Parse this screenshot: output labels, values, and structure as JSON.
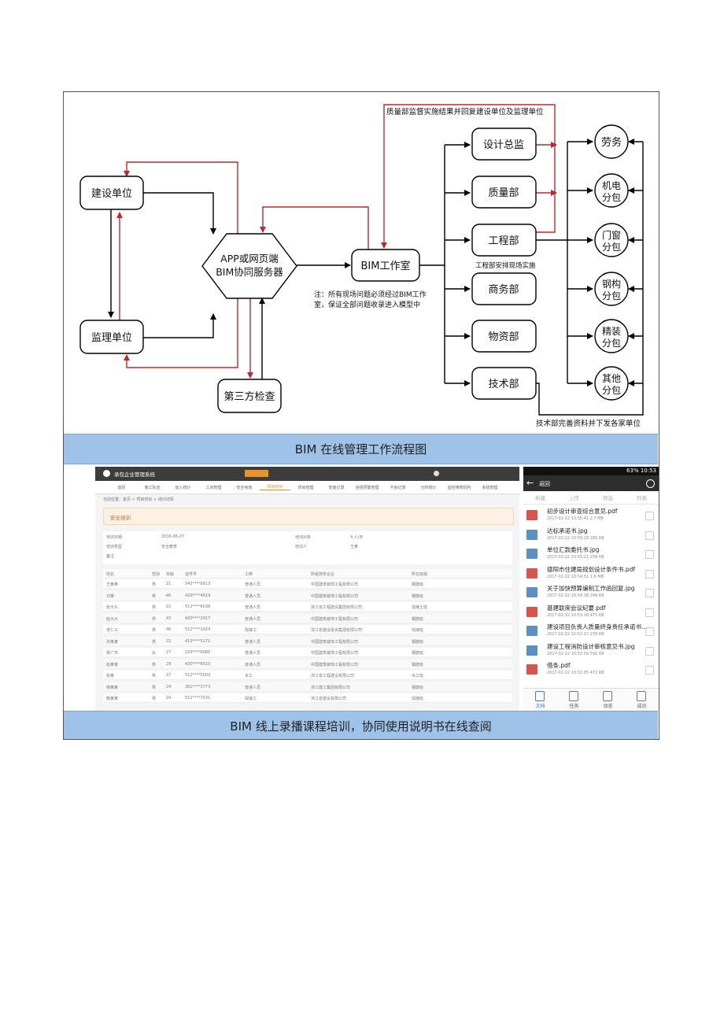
{
  "diagram": {
    "nodes": {
      "jianshe": "建设单位",
      "jianli": "监理单位",
      "server_l1": "APP或网页端",
      "server_l2": "BIM协同服务器",
      "disanfang": "第三方检查",
      "bim": "BIM工作室",
      "sheji": "设计总监",
      "zhiliang": "质量部",
      "gongcheng": "工程部",
      "shangwu": "商务部",
      "wuzi": "物资部",
      "jishu": "技术部",
      "laowu": "劳务",
      "jidian_l1": "机电",
      "jidian_l2": "分包",
      "menchuang_l1": "门窗",
      "menchuang_l2": "分包",
      "gangou_l1": "钢构",
      "gangou_l2": "分包",
      "jingzhuang_l1": "精装",
      "jingzhuang_l2": "分包",
      "qita_l1": "其他",
      "qita_l2": "分包"
    },
    "annotations": {
      "top_note": "质量部监督实施结果并回复建设单位及监理单位",
      "gongcheng_note": "工程部安排现场实施",
      "note_l1": "注：所有现场问题必须经过BIM工作",
      "note_l2": "室，保证全部问题收录进入模型中",
      "jishu_note": "技术部完善资料并下发各家单位"
    },
    "colors": {
      "black": "#000000",
      "red": "#c0282d"
    }
  },
  "captions": {
    "flow": "BIM 在线管理工作流程图",
    "training": "BIM 线上录播课程培训，协同使用说明书在线查阅"
  },
  "pc_screen": {
    "app_title": "承包企业管理系统",
    "nav": [
      "首页",
      "施工队伍",
      "加入统计",
      "工资管理",
      "安全考核",
      "项目培训",
      "项目管理",
      "安装记录",
      "违规预警管理",
      "不良记录",
      "分析统计",
      "监控维修机构",
      "系统管理"
    ],
    "breadcrumb": "当前位置：首页 > 项目培训 > 培训详情",
    "section": "安全培训",
    "form_labels": [
      "培训日期",
      "培训类型",
      "备注",
      "培训对象",
      "培训人"
    ],
    "form_values": [
      "2016-06-27",
      "安全教育",
      "",
      "4 人/天",
      "王某"
    ],
    "table_headers": [
      "姓名",
      "性别",
      "年龄",
      "证件号",
      "工种",
      "所属劳务企业",
      "所在班组"
    ],
    "rows": [
      [
        "王某某",
        "男",
        "21",
        "342****6813",
        "普通人员",
        "中国建筑装饰工程有限公司",
        "钢筋班"
      ],
      [
        "刘某",
        "男",
        "46",
        "420****4619",
        "普通人员",
        "中国建筑装饰工程有限公司",
        "钢筋班"
      ],
      [
        "张大头",
        "男",
        "22",
        "512****6038",
        "普通人员",
        "浙江省工程建设集团有限公司",
        "混凝土班"
      ],
      [
        "赵大大",
        "男",
        "43",
        "420****2917",
        "普通人员",
        "中国建筑装饰工程有限公司",
        "钢筋班"
      ],
      [
        "李仁义",
        "男",
        "46",
        "512****1024",
        "焊接工",
        "浙江省建设投资集团有限公司",
        "焊接班"
      ],
      [
        "孙某某",
        "男",
        "22",
        "410****5271",
        "普通人员",
        "中国建筑装饰工程有限公司",
        "钢筋班"
      ],
      [
        "吴广天",
        "女",
        "27",
        "150****6086",
        "普通人员",
        "中国建筑装饰工程有限公司",
        "钢筋班"
      ],
      [
        "赵某某",
        "男",
        "29",
        "420****6510",
        "普通人员",
        "中国建筑装饰工程有限公司",
        "钢筋班"
      ],
      [
        "张某",
        "男",
        "37",
        "512****5003",
        "木工",
        "浙江省工程建设有限公司",
        "木工班"
      ],
      [
        "杨某某",
        "男",
        "24",
        "361****3773",
        "普通人员",
        "浙江建工集团有限公司",
        "钢筋班"
      ],
      [
        "韩某某",
        "男",
        "24",
        "511****7031",
        "焊接工",
        "浙江省建设有限公司",
        "焊接班"
      ]
    ]
  },
  "phone_screen": {
    "status": "63% 10:53",
    "back_label": "返回",
    "toolbar": [
      "新建",
      "上传",
      "筛选",
      "列表"
    ],
    "files": [
      {
        "name": "初步设计审查综合意见.pdf",
        "meta": "2017-02-22 10:55:41   2.7 MB",
        "type": "pdf"
      },
      {
        "name": "达标承诺书.jpg",
        "meta": "2017-02-22 10:55:29   185 KB",
        "type": "img"
      },
      {
        "name": "单位汇款委托书.jpg",
        "meta": "2017-02-22 10:55:21   258 KB",
        "type": "img"
      },
      {
        "name": "德阳市住建局规划设计条件书.pdf",
        "meta": "2017-02-22 10:54:51   1.6 MB",
        "type": "pdf"
      },
      {
        "name": "关于加快预算编制工作函回复.jpg",
        "meta": "2017-02-22 10:54:38   249 KB",
        "type": "img"
      },
      {
        "name": "基建联席会议纪要.pdf",
        "meta": "2017-02-22 10:53:16   475 KB",
        "type": "pdf"
      },
      {
        "name": "建设项目负责人质量终身责任承诺书...",
        "meta": "2017-02-22 10:52:37   278 KB",
        "type": "img"
      },
      {
        "name": "建设工程消防设计审核意见书.jpg",
        "meta": "2017-02-22 10:52:50   591 KB",
        "type": "img"
      },
      {
        "name": "借条.pdf",
        "meta": "2017-02-22 10:52:05   472 KB",
        "type": "pdf"
      }
    ],
    "tabs": [
      "文档",
      "任务",
      "动态",
      "成员"
    ]
  }
}
